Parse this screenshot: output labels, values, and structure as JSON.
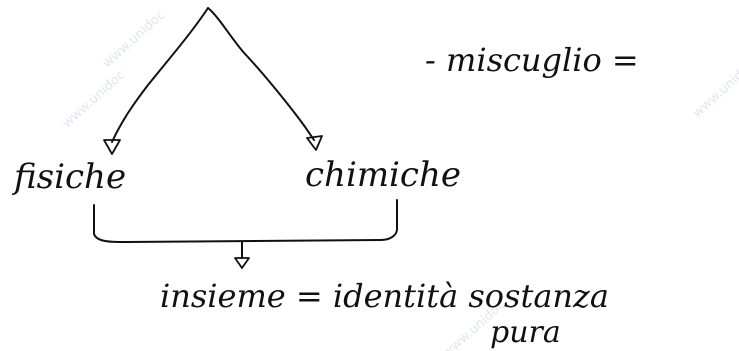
{
  "watermark": "www.unidoc",
  "ink_color": "#111111",
  "labels": {
    "left_branch": "fisiche",
    "right_branch": "chimiche",
    "top_right": "- miscuglio =",
    "bottom_line1": "insieme = identità sostanza",
    "bottom_line2": "pura"
  }
}
